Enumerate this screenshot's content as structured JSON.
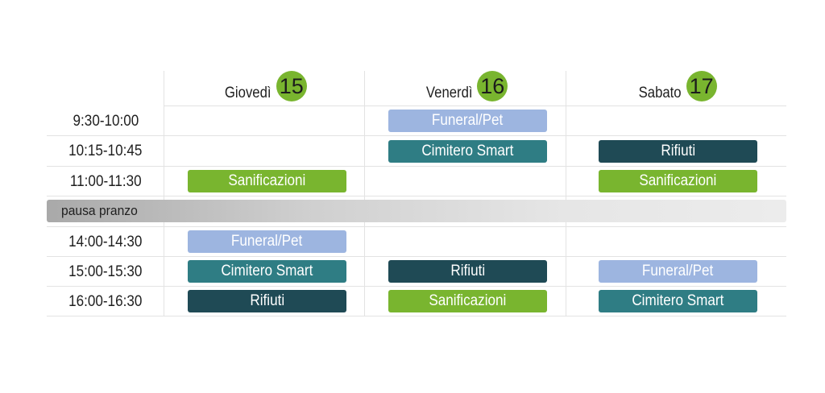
{
  "colors": {
    "funeral_pet": "#9db5e0",
    "cimitero_smart": "#2f7d84",
    "rifiuti": "#1f4a55",
    "sanificazioni": "#79b52f",
    "day_badge": "#79b52f"
  },
  "days": [
    {
      "name": "Giovedì",
      "number": "15"
    },
    {
      "name": "Venerdì",
      "number": "16"
    },
    {
      "name": "Sabato",
      "number": "17"
    }
  ],
  "times": [
    "9:30-10:00",
    "10:15-10:45",
    "11:00-11:30",
    "14:00-14:30",
    "15:00-15:30",
    "16:00-16:30"
  ],
  "lunch_label": "pausa pranzo",
  "sessions": [
    {
      "day": 1,
      "time": 0,
      "label": "Funeral/Pet",
      "kind": "funeral_pet"
    },
    {
      "day": 1,
      "time": 1,
      "label": "Cimitero Smart",
      "kind": "cimitero_smart"
    },
    {
      "day": 2,
      "time": 1,
      "label": "Rifiuti",
      "kind": "rifiuti"
    },
    {
      "day": 0,
      "time": 2,
      "label": "Sanificazioni",
      "kind": "sanificazioni"
    },
    {
      "day": 2,
      "time": 2,
      "label": "Sanificazioni",
      "kind": "sanificazioni"
    },
    {
      "day": 0,
      "time": 3,
      "label": "Funeral/Pet",
      "kind": "funeral_pet"
    },
    {
      "day": 0,
      "time": 4,
      "label": "Cimitero Smart",
      "kind": "cimitero_smart"
    },
    {
      "day": 1,
      "time": 4,
      "label": "Rifiuti",
      "kind": "rifiuti"
    },
    {
      "day": 2,
      "time": 4,
      "label": "Funeral/Pet",
      "kind": "funeral_pet"
    },
    {
      "day": 0,
      "time": 5,
      "label": "Rifiuti",
      "kind": "rifiuti"
    },
    {
      "day": 1,
      "time": 5,
      "label": "Sanificazioni",
      "kind": "sanificazioni"
    },
    {
      "day": 2,
      "time": 5,
      "label": "Cimitero Smart",
      "kind": "cimitero_smart"
    }
  ]
}
